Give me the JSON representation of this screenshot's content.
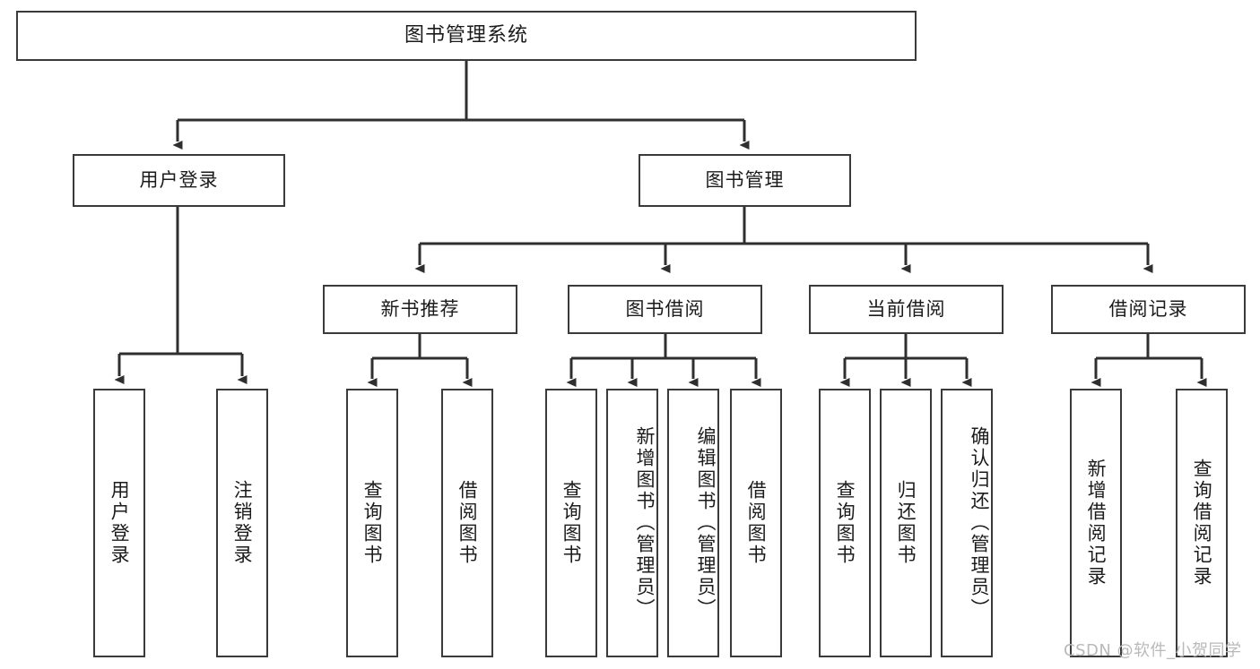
{
  "diagram": {
    "title": "图书管理系统",
    "type": "tree-hierarchy-diagram",
    "watermark": "CSDN @软件_小贺同学",
    "colors": {
      "box_border": "#3a3a3a",
      "box_fill": "#ffffff",
      "connector": "#2f2f2f",
      "text": "#1b1b1b",
      "watermark": "#b9b9b9",
      "background": "#ffffff"
    },
    "root": {
      "label": "图书管理系统"
    },
    "level2": [
      {
        "label": "用户登录"
      },
      {
        "label": "图书管理"
      }
    ],
    "level3": [
      {
        "label": "新书推荐"
      },
      {
        "label": "图书借阅"
      },
      {
        "label": "当前借阅"
      },
      {
        "label": "借阅记录"
      }
    ],
    "leaves": {
      "user_login": [
        {
          "label": "用户登录"
        },
        {
          "label": "注销登录"
        }
      ],
      "new_book_recommend": [
        {
          "label": "查询图书"
        },
        {
          "label": "借阅图书"
        }
      ],
      "book_borrow": [
        {
          "label": "查询图书"
        },
        {
          "label": "新增图书（管理员）"
        },
        {
          "label": "编辑图书（管理员）"
        },
        {
          "label": "借阅图书"
        }
      ],
      "current_borrow": [
        {
          "label": "查询图书"
        },
        {
          "label": "归还图书"
        },
        {
          "label": "确认归还（管理员）"
        }
      ],
      "borrow_records": [
        {
          "label": "新增借阅记录"
        },
        {
          "label": "查询借阅记录"
        }
      ]
    }
  }
}
